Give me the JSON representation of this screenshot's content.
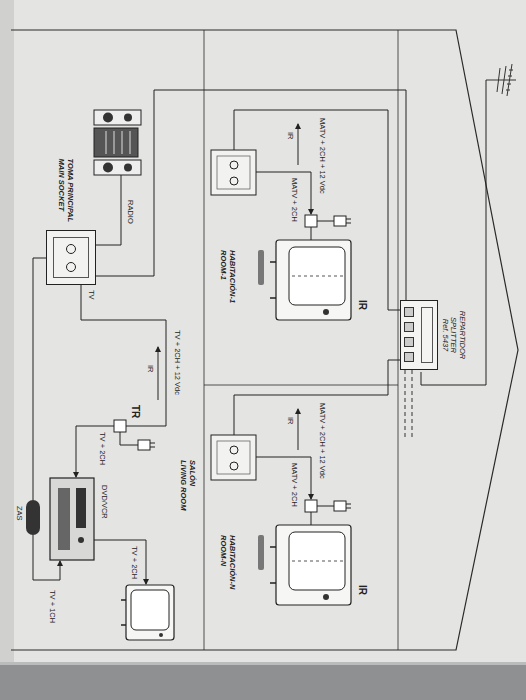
{
  "diagram": {
    "nodes": [
      {
        "text": [
          "REPARTIDOR SPLITTER Ref. 5437"
        ]
      },
      {
        "text": [
          "TOMA PRINCIPAL MAIN SOCKET"
        ]
      }
    ],
    "edges": [
      {
        "from": 1,
        "to": 0,
        "arrow": "none"
      }
    ],
    "labels": [
      "MATV + 2CH + 12 Vdc",
      "IR",
      "MATV + 2CH",
      "IR",
      "HABITACIÓN-1 ROOM-1",
      "MATV + 2CH + 12 Vdc",
      "IR",
      "MATV + 2CH",
      "IR",
      "HABITACIÓN-N ROOM-N",
      "SALÓN LIVING ROOM",
      "RADIO",
      "TV",
      "TV + 2CH + 12 Vdc",
      "IR",
      "TR",
      "TV + 2CH",
      "DVD/VCR",
      "TV + 2CH",
      "TV + 1CH",
      "ZAS"
    ]
  }
}
